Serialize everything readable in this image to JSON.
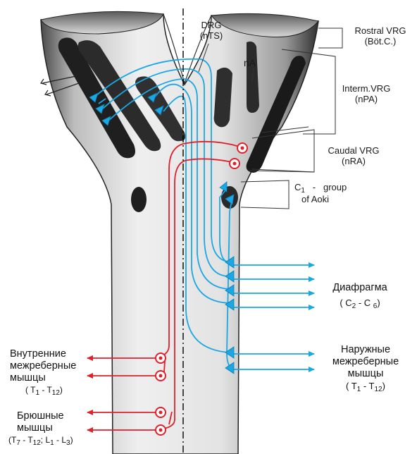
{
  "labels": {
    "drg": [
      "DRG",
      "(nTS)"
    ],
    "rostral_vrg": [
      "Rostral VRG",
      "(Böt.C.)"
    ],
    "na": "nA",
    "interm_vrg": [
      "Interm.VRG",
      "(nPA)"
    ],
    "caudal_vrg": [
      "Caudal VRG",
      "(nRA)"
    ],
    "c1_group": {
      "c": "C",
      "c_sub": "1",
      "dash": "-",
      "group": "group",
      "of_aoki": "of Aoki"
    },
    "diaphragm": {
      "name": "Диафрагма",
      "seg_open": "( C",
      "seg_a": "2",
      "seg_mid": " - C ",
      "seg_b": "6",
      "seg_close": ")"
    },
    "external_intercostal": {
      "line1": "Наружные",
      "line2": "межреберные",
      "line3": "мышцы",
      "seg_open": "( T",
      "seg_a": "1",
      "seg_mid": " - T",
      "seg_b": "12",
      "seg_close": ")"
    },
    "internal_intercostal": {
      "line1": "Внутренние",
      "line2": "межреберные",
      "line3": "мышцы",
      "seg_open": "( T",
      "seg_a": "1",
      "seg_mid": " - T",
      "seg_b": "12",
      "seg_close": ")"
    },
    "abdominal": {
      "line1": "Брюшные",
      "line2": "мышцы",
      "seg_open": "(T",
      "seg_a": "7",
      "seg_mid1": " - T",
      "seg_b": "12",
      "seg_mid2": "; L",
      "seg_c": "1",
      "seg_mid3": " - L",
      "seg_d": "3",
      "seg_close": ")"
    }
  },
  "colors": {
    "inspiratory": "#1ba7e3",
    "expiratory": "#e0202a",
    "tissue_light": "#e6e6e6",
    "tissue_dark": "#2a2a2a"
  }
}
